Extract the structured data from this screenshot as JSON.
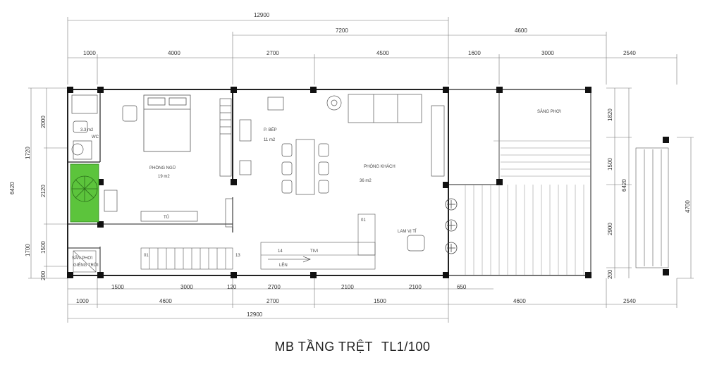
{
  "title": "MB TẦNG TRỆT",
  "scale": "TL1/100",
  "dims_top": {
    "overall": "12900",
    "mid": [
      "7200",
      "4600"
    ],
    "row": [
      "1000",
      "4000",
      "2700",
      "4500",
      "1600",
      "3000",
      "2540"
    ]
  },
  "dims_bottom": {
    "row1": [
      "1500",
      "3000",
      "120",
      "2700",
      "2100",
      "2100",
      "650"
    ],
    "row2": [
      "1000",
      "4600",
      "2700",
      "1500",
      "4600",
      "2540"
    ],
    "overall": "12900"
  },
  "dims_left": [
    "2000",
    "1720",
    "2120",
    "1500",
    "1700",
    "200",
    "6420"
  ],
  "dims_right": [
    "1820",
    "1500",
    "2900",
    "200",
    "6420",
    "4700"
  ],
  "rooms": {
    "wc": "WC",
    "wc_area": "3.3 m2",
    "bedroom": "PHÒNG NGỦ",
    "bedroom_area": "19 m2",
    "kitchen": "P. BẾP",
    "kitchen_area": "11 m2",
    "living": "PHÒNG KHÁCH",
    "living_area": "36 m2",
    "garage": "SÂN PHƠI",
    "garage_area": "GIẾNG TRỜI",
    "front_yard": "SÂNG PHƠI",
    "altar": "LAM VỊ TỈ",
    "up_label": "LÊN",
    "wardrobe": "TỦ",
    "tv": "TIVI"
  },
  "stair_counts": [
    "01",
    "13",
    "01",
    "14"
  ]
}
